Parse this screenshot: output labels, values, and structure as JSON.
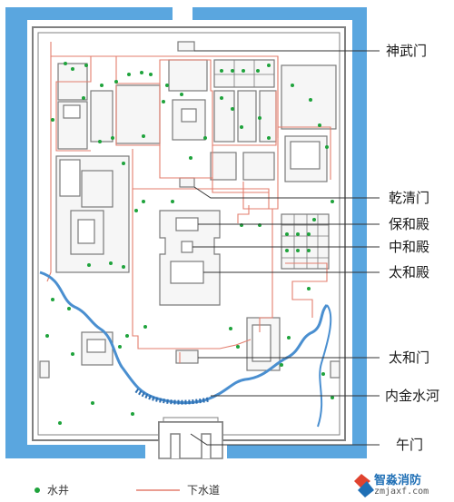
{
  "labels": {
    "shenwumen": "神武门",
    "qianqingmen": "乾清门",
    "baohedian": "保和殿",
    "zhonghedian": "中和殿",
    "taihedian": "太和殿",
    "taihemen": "太和门",
    "neijinshuihe": "内金水河",
    "wumen": "午门"
  },
  "legend": {
    "well": "水井",
    "drain": "下水道"
  },
  "brand": {
    "name": "智淼消防",
    "url": "zmjaxf.com"
  },
  "colors": {
    "moat": "#5aa6df",
    "wall": "#808080",
    "drain": "#e37d6d",
    "well": "#1fa33c",
    "brand": "#1f6fb5"
  }
}
